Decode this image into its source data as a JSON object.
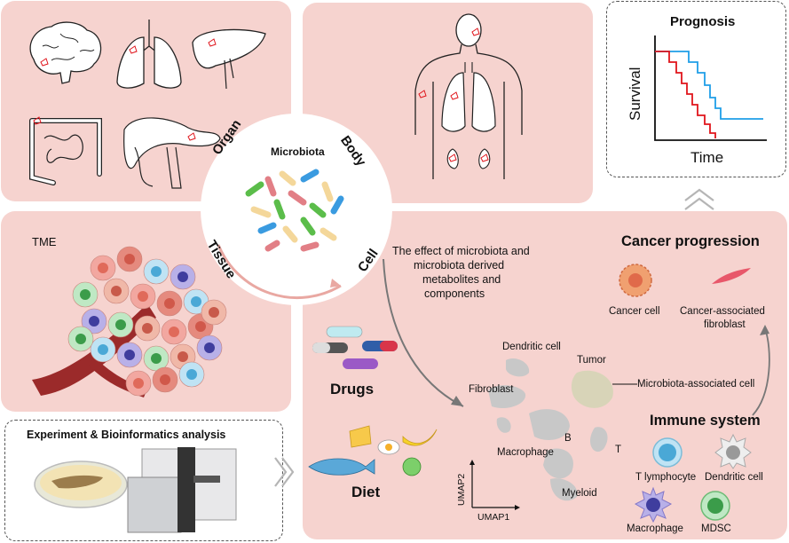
{
  "panels": {
    "organ": {},
    "body": {},
    "tme": {
      "label": "TME"
    },
    "cell": {}
  },
  "center": {
    "title": "Microbiota",
    "ring_labels": {
      "organ": "Organ",
      "body": "Body",
      "tissue": "Tissue",
      "cell": "Cell"
    }
  },
  "prognosis": {
    "title": "Prognosis",
    "ylabel": "Survival",
    "xlabel": "Time",
    "colors": {
      "red": "#e0141b",
      "blue": "#1f9ee8"
    }
  },
  "experiment": {
    "title": "Experiment & Bioinformatics analysis"
  },
  "effect_text": [
    "The effect of microbiota and",
    "microbiota derived",
    "metabolites and",
    "components"
  ],
  "drugs": {
    "label": "Drugs"
  },
  "diet": {
    "label": "Diet"
  },
  "cancer_progression": {
    "title": "Cancer progression",
    "items": [
      "Cancer cell",
      "Cancer-associated",
      "fibroblast"
    ]
  },
  "umap": {
    "xlabel": "UMAP1",
    "ylabel": "UMAP2",
    "clusters": [
      "Dendritic cell",
      "Tumor",
      "Fibroblast",
      "Microbiota-associated cell",
      "B",
      "Macrophage",
      "T",
      "Myeloid"
    ]
  },
  "immune_system": {
    "title": "Immune system",
    "cells": [
      "T lymphocyte",
      "Dendritic cell",
      "Macrophage",
      "MDSC"
    ]
  }
}
